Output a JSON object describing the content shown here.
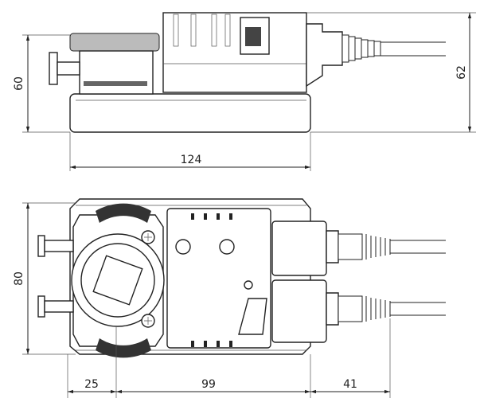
{
  "drawing": {
    "side_view": {
      "height_left": "60",
      "height_right": "62",
      "length": "124"
    },
    "top_view": {
      "width": "80",
      "offset_left": "25",
      "body_length": "99",
      "cable_length": "41"
    }
  }
}
